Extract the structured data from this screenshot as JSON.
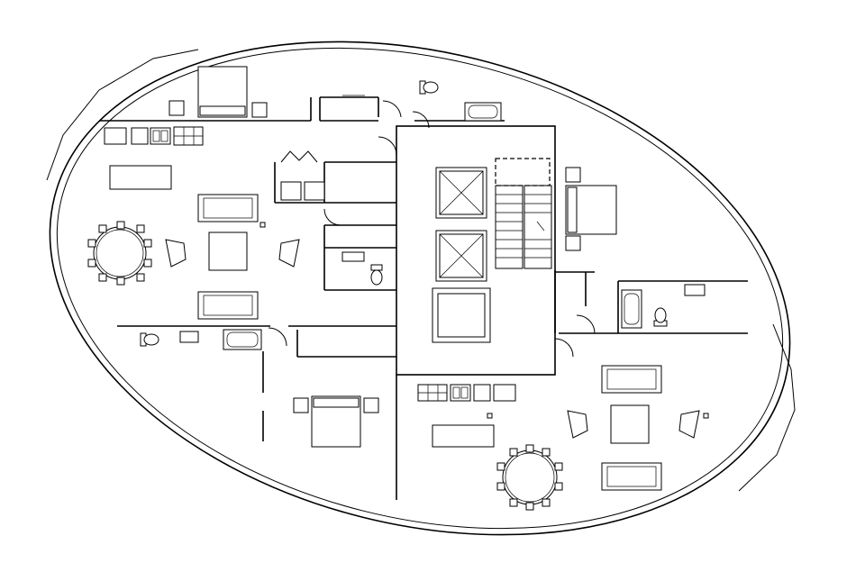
{
  "colors": {
    "line": "#000000",
    "background": "#ffffff"
  },
  "icons": [
    "bed-icon",
    "sofa-icon",
    "armchair-icon",
    "dining-table-icon",
    "toilet-icon",
    "bathtub-icon",
    "sink-icon",
    "stove-icon",
    "elevator-icon",
    "stair-icon"
  ],
  "plan": {
    "units": 2,
    "elevators": 3,
    "stairs": 1
  }
}
